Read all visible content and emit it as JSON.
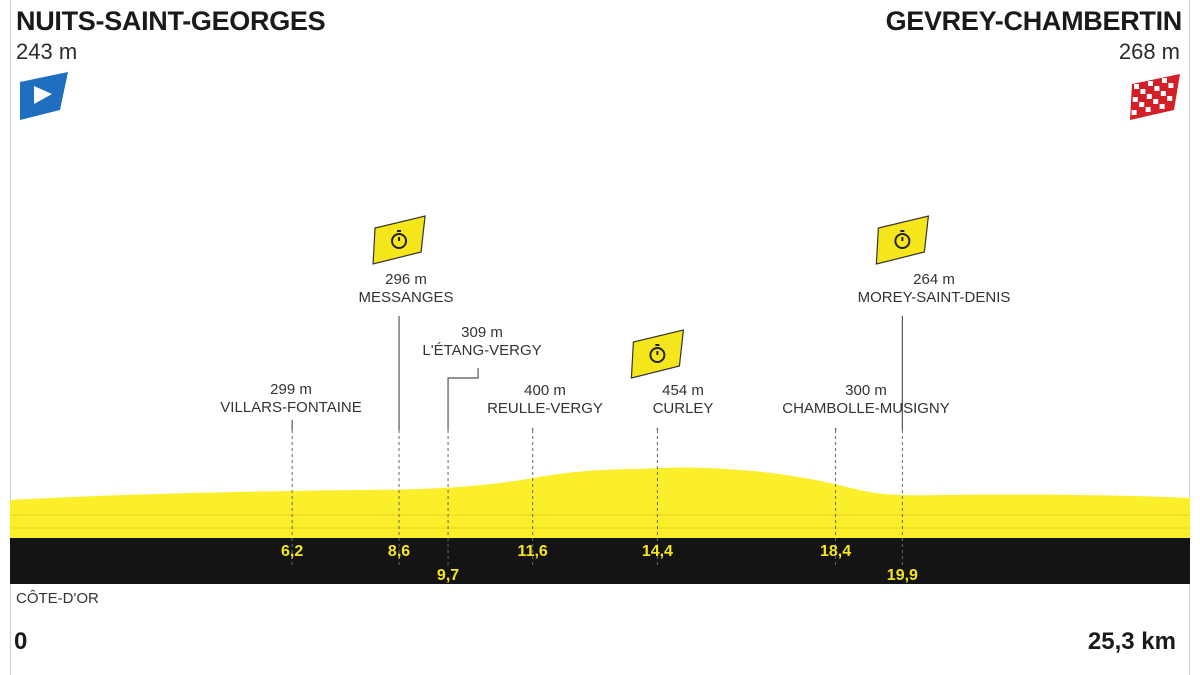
{
  "start": {
    "name": "NUITS-SAINT-GEORGES",
    "altitude": "243 m"
  },
  "finish": {
    "name": "GEVREY-CHAMBERTIN",
    "altitude": "268 m"
  },
  "region": "CÔTE-D'OR",
  "distance": {
    "start_label": "0",
    "end_label": "25,3 km",
    "total_km": 25.3
  },
  "colors": {
    "profile_yellow": "#fbee2b",
    "band_black": "#141414",
    "km_text": "#f5e61c",
    "start_flag": "#1f6fc0",
    "finish_flag": "#d21f28",
    "timecheck": "#f5e61c"
  },
  "waypoints": [
    {
      "name": "VILLARS-FONTAINE",
      "altitude": "299 m",
      "km_label": "6,2",
      "km": 6.2,
      "timecheck": false
    },
    {
      "name": "MESSANGES",
      "altitude": "296 m",
      "km_label": "8,6",
      "km": 8.6,
      "timecheck": true
    },
    {
      "name": "L'ÉTANG-VERGY",
      "altitude": "309 m",
      "km_label": "9,7",
      "km": 9.7,
      "timecheck": false
    },
    {
      "name": "REULLE-VERGY",
      "altitude": "400 m",
      "km_label": "11,6",
      "km": 11.6,
      "timecheck": false
    },
    {
      "name": "CURLEY",
      "altitude": "454 m",
      "km_label": "14,4",
      "km": 14.4,
      "timecheck": true
    },
    {
      "name": "CHAMBOLLE-MUSIGNY",
      "altitude": "300 m",
      "km_label": "18,4",
      "km": 18.4,
      "timecheck": false
    },
    {
      "name": "MOREY-SAINT-DENIS",
      "altitude": "264 m",
      "km_label": "19,9",
      "km": 19.9,
      "timecheck": true
    }
  ],
  "icons": {
    "start": "start-flag-icon",
    "finish": "finish-checkered-flag-icon",
    "timecheck": "stopwatch-icon"
  }
}
